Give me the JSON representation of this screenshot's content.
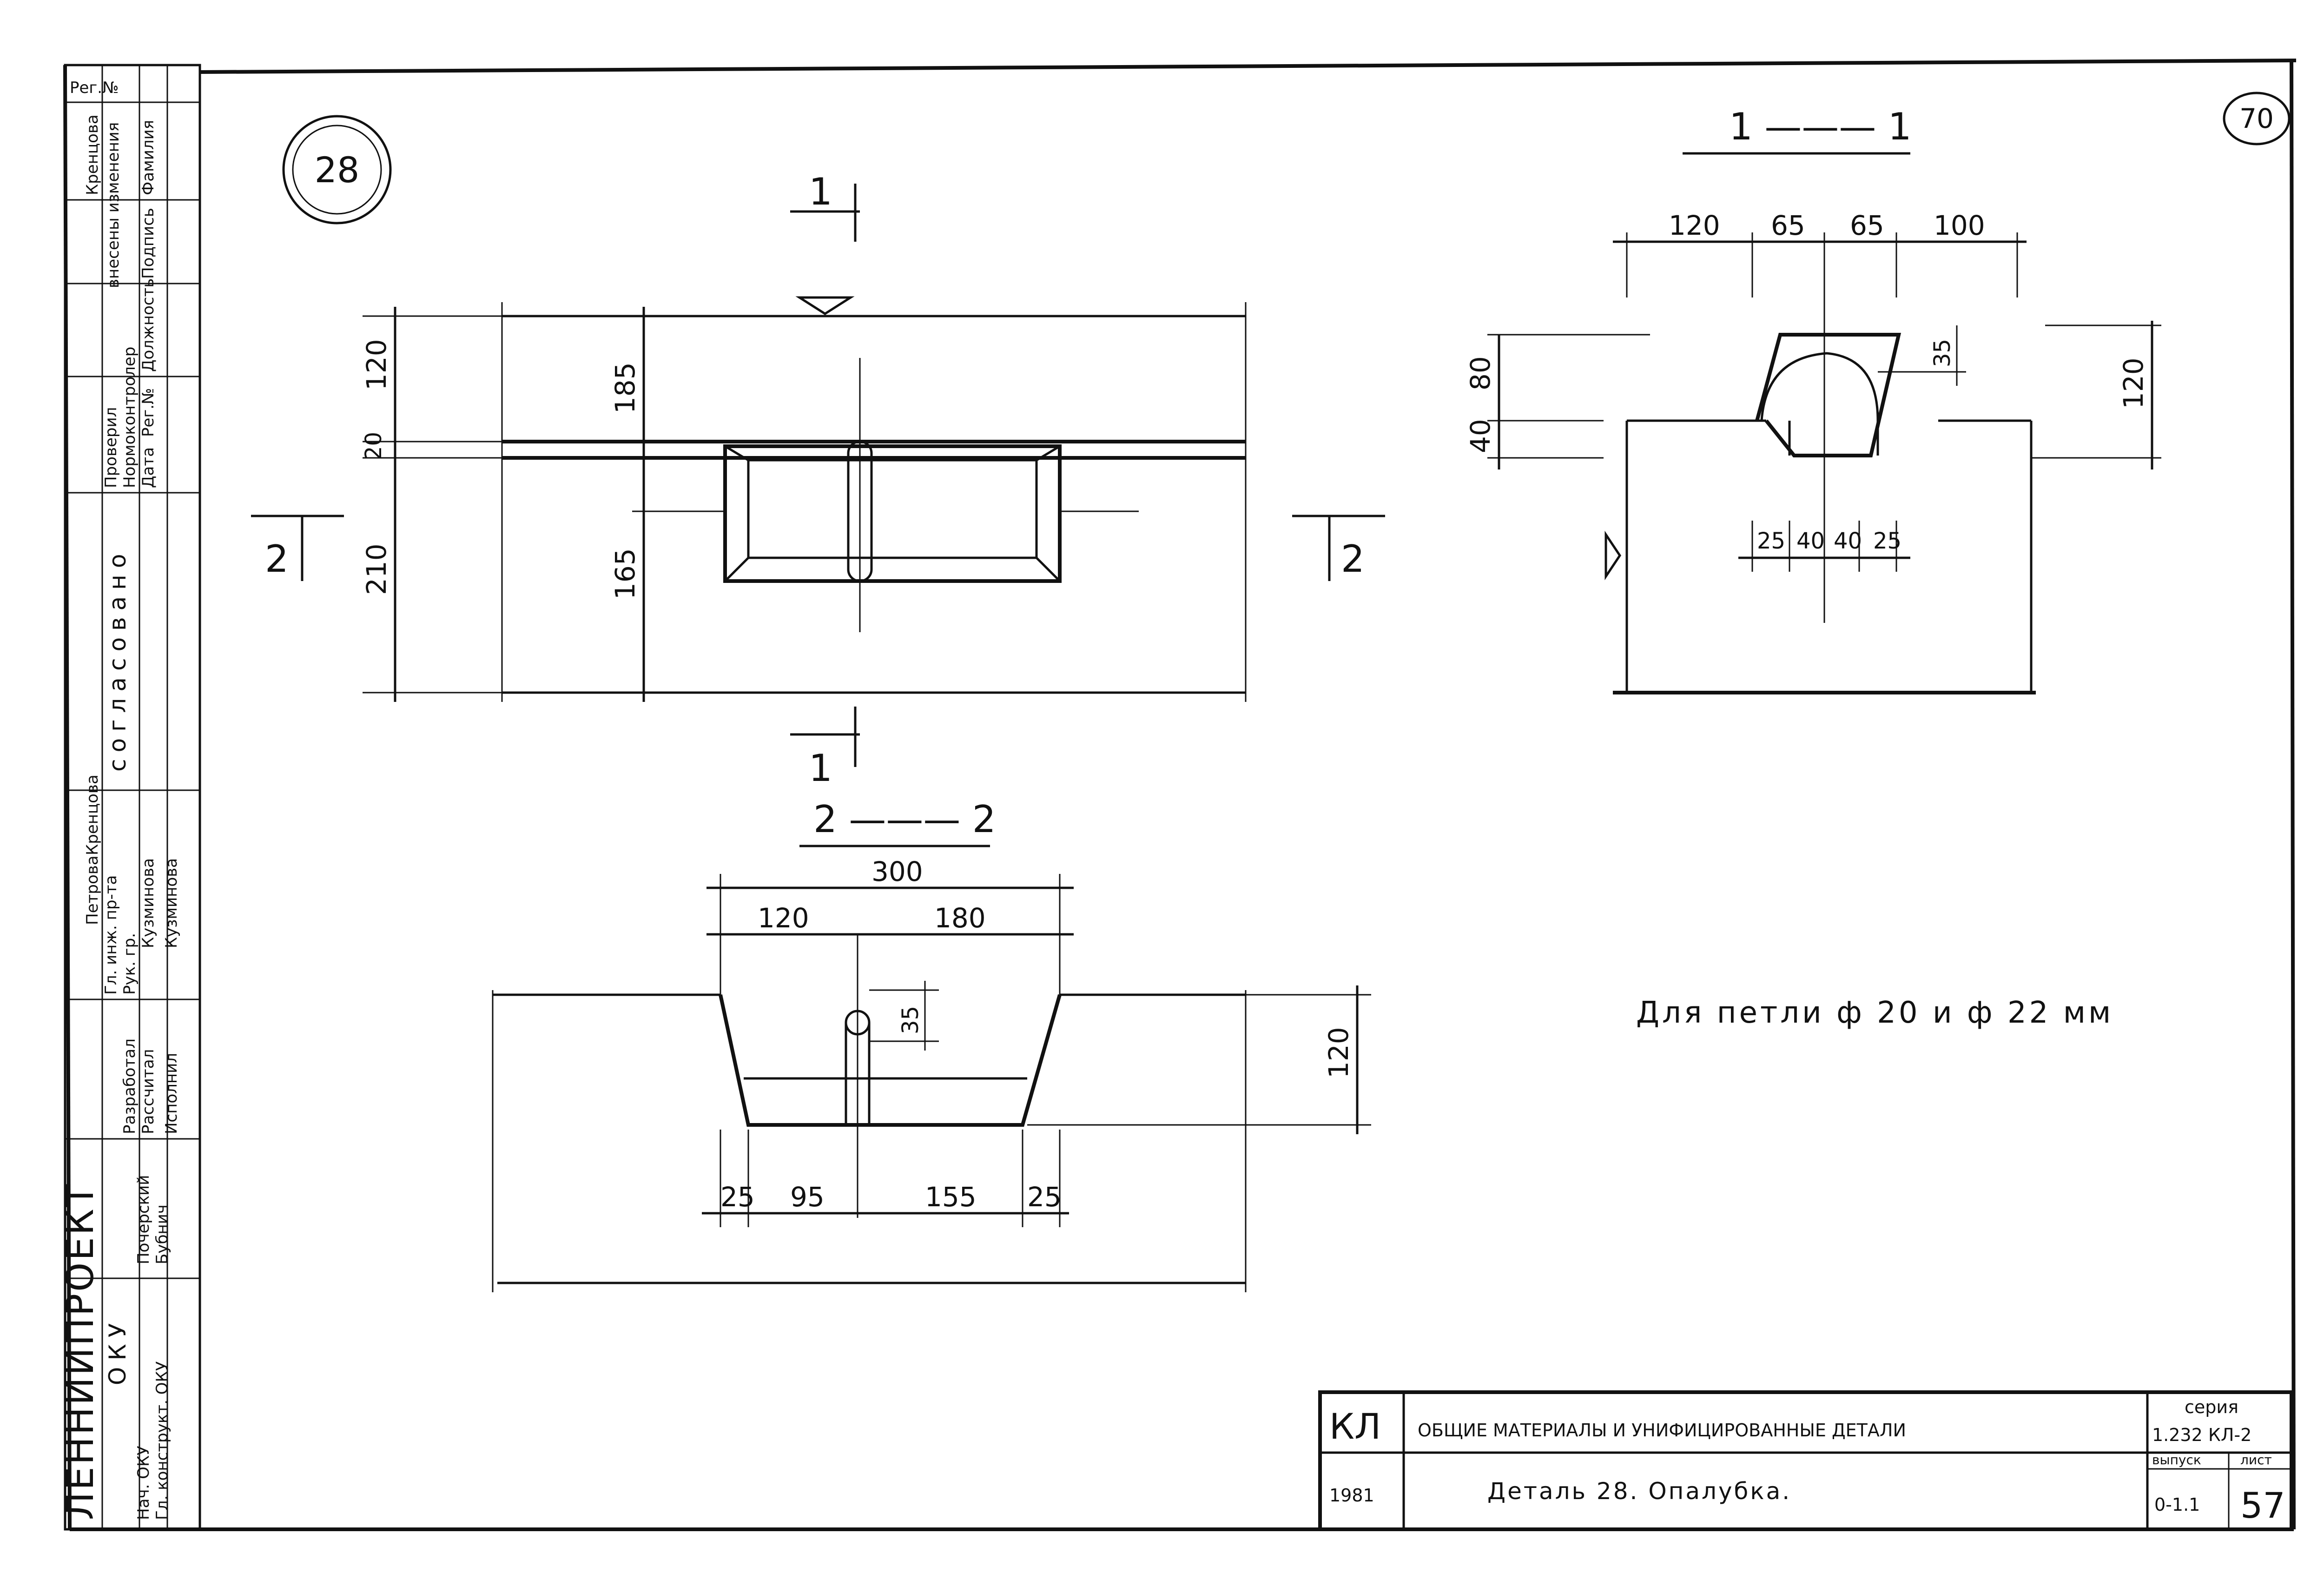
{
  "detail_number": "28",
  "sheet_stamp": "70",
  "plan_view": {
    "cut_1": "1",
    "cut_2": "2",
    "dims_left": [
      "120",
      "20",
      "210"
    ],
    "dims_inner": [
      "185",
      "165"
    ]
  },
  "section_1_1": {
    "title": "1 ——— 1",
    "dims_top": [
      "120",
      "65",
      "65",
      "100"
    ],
    "dims_left": [
      "80",
      "40"
    ],
    "dim_right": "120",
    "dim_slot": "35",
    "dims_bottom": [
      "25",
      "40",
      "40",
      "25"
    ]
  },
  "section_2_2": {
    "title": "2 ——— 2",
    "dim_total": "300",
    "dims_top": [
      "120",
      "180"
    ],
    "dim_slot": "35",
    "dim_right": "120",
    "dims_bottom": [
      "25",
      "95",
      "155",
      "25"
    ]
  },
  "note": "Для петли ф 20 и ф 22 мм",
  "title_block": {
    "code": "КЛ",
    "year": "1981",
    "subject": "ОБЩИЕ МАТЕРИАЛЫ И УНИФИЦИРОВАННЫЕ ДЕТАЛИ",
    "sheet_title": "Деталь 28. Опалубка.",
    "series_label": "серия",
    "series_value": "1.232 КЛ-2",
    "issue_label": "выпуск",
    "issue_value": "0-1.1",
    "sheet_label": "лист",
    "sheet_value": "57"
  },
  "side_block": {
    "org": "ЛЕННИИПРОЕКТ",
    "dept": "ОКУ",
    "agreed": "согласовано",
    "changes": "внесены изменения",
    "reg_no": "Рег.№",
    "roles": [
      "Гл. инж. пр-та",
      "Рук. гр.",
      "Разработал",
      "Рассчитал",
      "Исполнил",
      "Нач. ОКУ",
      "Гл. конструкт. ОКУ",
      "Проверил",
      "Нормоконтролер"
    ],
    "change_cols": [
      "Дата",
      "Рег.№",
      "Должность",
      "Подпись",
      "Фамилия"
    ],
    "names": [
      "Петрова",
      "Кренцова",
      "Кренцова",
      "Кузминова",
      "Кузминова",
      "Почерский",
      "Бубнич"
    ]
  }
}
